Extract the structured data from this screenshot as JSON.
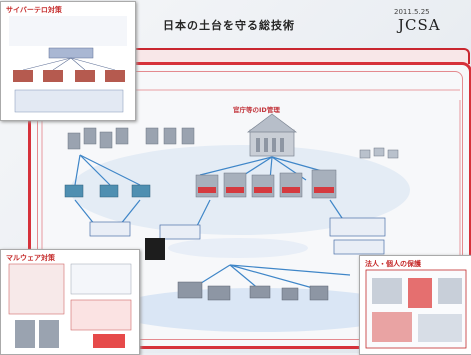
{
  "header": {
    "title": "日本の土台を守る総技術",
    "date": "2011.5.25",
    "org": "JCSA"
  },
  "insets": {
    "cyber_title": "サイバーテロ対策",
    "malware_title": "マルウェア対策",
    "corp_title": "法人・個人の保護"
  },
  "main": {
    "gov_label": "官庁等のID管理"
  },
  "colors": {
    "frame_red": "#d6313a",
    "net_blue": "#3f86c8",
    "server_gray": "#9aa3b0"
  }
}
